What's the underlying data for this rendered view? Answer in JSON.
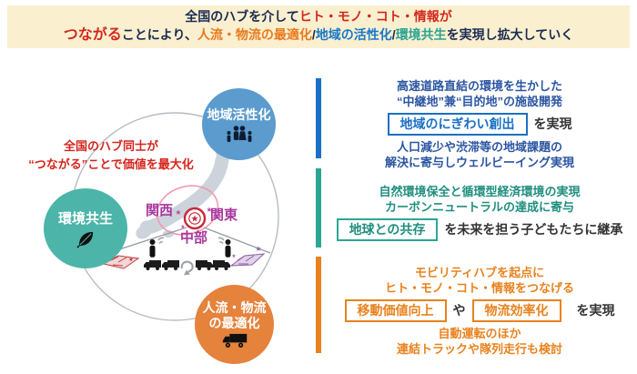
{
  "banner": {
    "l1_dark": "全国のハブを介して",
    "l1_red": "ヒト・モノ・コト・情報が",
    "l2_red_big": "つながる",
    "l2_dark1": "ことにより、",
    "l2_orange": "人流・物流の最適化",
    "slash": "/",
    "l2_blue": "地域の活性化",
    "l2_teal": "環境共生",
    "l2_dark2": "を実現し拡大していく"
  },
  "diagram": {
    "headline_line1": "全国のハブ同士が",
    "headline_line2": "“つながる”ことで価値を最大化",
    "circle_region_label": "地域活性化",
    "circle_env_label": "環境共生",
    "circle_flow_line1": "人流・物流",
    "circle_flow_line2": "の最適化",
    "map_label_kansai": "関西",
    "map_label_kanto": "関東",
    "map_label_chubu": "中部"
  },
  "panels": {
    "region": {
      "line1": "高速道路直結の環境を生かした",
      "line2": "“中継地”兼“目的地”の施設開発",
      "box": "地域のにぎわい創出",
      "suffix": "を実現",
      "line3": "人口減少や渋滞等の地域課題の",
      "line4": "解決に寄与しウェルビーイング実現"
    },
    "env": {
      "line1": "自然環境保全と循環型経済環境の実現",
      "line2": "カーボンニュートラルの達成に寄与",
      "box": "地球との共存",
      "suffix": "を未来を担う子どもたちに継承"
    },
    "mobility": {
      "line1": "モビリティハブを起点に",
      "line2": "ヒト・モノ・コト・情報をつなげる",
      "box1": "移動価値向上",
      "connector": "や",
      "box2": "物流効率化",
      "suffix": "を実現",
      "line3": "自動運転のほか",
      "line4": "連結トラックや隊列走行も検討"
    }
  },
  "colors": {
    "banner_bg": "#faf0d0",
    "navy_text": "#1b2a52",
    "red": "#d3281e",
    "orange": "#e87a1e",
    "blue": "#1878c8",
    "teal": "#2aa392",
    "circle_region": "#5b9bce",
    "circle_env": "#4cb4a8",
    "circle_flow": "#e5823c",
    "map_label_magenta": "#a8399e",
    "accent_blue": "#1a70c5",
    "accent_teal": "#2aa794",
    "accent_orange": "#e8821e"
  }
}
